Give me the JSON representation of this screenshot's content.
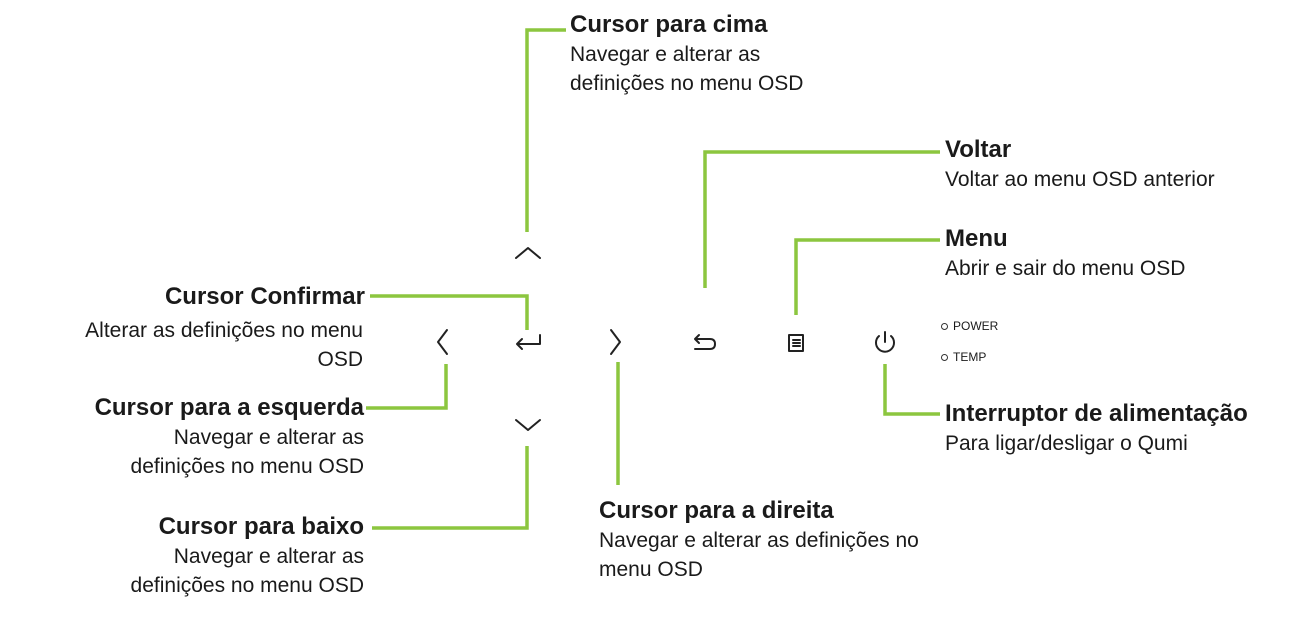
{
  "callouts": {
    "up": {
      "title": "Cursor para cima",
      "desc_line1": "Navegar e alterar as",
      "desc_line2": "definições no menu OSD"
    },
    "back": {
      "title": "Voltar",
      "desc": "Voltar ao menu OSD anterior"
    },
    "menu": {
      "title": "Menu",
      "desc": "Abrir e sair do menu OSD"
    },
    "enter": {
      "title": "Cursor Confirmar",
      "desc_line1": "Alterar as definições no menu",
      "desc_line2": "OSD"
    },
    "left": {
      "title": "Cursor para a esquerda",
      "desc_line1": "Navegar e alterar as",
      "desc_line2": "definições no menu OSD"
    },
    "down": {
      "title": "Cursor para baixo",
      "desc_line1": "Navegar e alterar as",
      "desc_line2": "definições no menu OSD"
    },
    "right": {
      "title": "Cursor para a direita",
      "desc_line1": "Navegar e alterar as definições no",
      "desc_line2": "menu OSD"
    },
    "power": {
      "title": "Interruptor de alimentação",
      "desc": "Para ligar/desligar o Qumi"
    }
  },
  "leds": {
    "power": "POWER",
    "temp": "TEMP"
  },
  "colors": {
    "leader_line": "#8cc63f",
    "text": "#1a1a1a",
    "icon": "#222222"
  },
  "icons": [
    "chevron-up-icon",
    "chevron-down-icon",
    "chevron-left-icon",
    "chevron-right-icon",
    "enter-icon",
    "back-icon",
    "menu-icon",
    "power-icon"
  ]
}
